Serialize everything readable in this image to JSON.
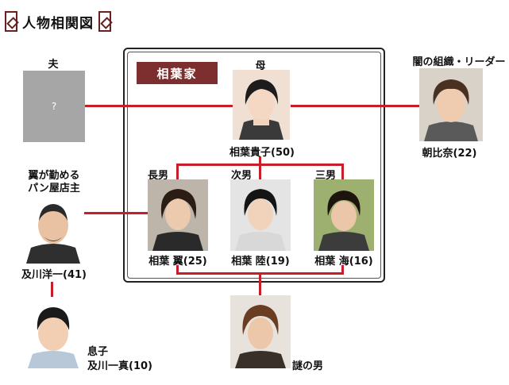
{
  "header": {
    "title": "人物相関図"
  },
  "family": {
    "label": "相葉家"
  },
  "people": {
    "mother": {
      "role": "母",
      "name": "相葉貴子(50)"
    },
    "husband": {
      "role": "夫",
      "placeholder": "?"
    },
    "boss": {
      "role": "闇の組織・リーダー",
      "name": "朝比奈(22)"
    },
    "son1": {
      "role": "長男",
      "name": "相葉 翼(25)"
    },
    "son2": {
      "role": "次男",
      "name": "相葉 陸(19)"
    },
    "son3": {
      "role": "三男",
      "name": "相葉 海(16)"
    },
    "baker": {
      "role_line1": "翼が勤める",
      "role_line2": "パン屋店主",
      "name": "及川洋一(41)"
    },
    "kid": {
      "role": "息子",
      "name": "及川一真(10)"
    },
    "mystery": {
      "name": "謎の男"
    }
  },
  "colors": {
    "line": "#c81e2a",
    "family_label_bg": "#7d2f2f",
    "frame": "#222222",
    "placeholder": "#a6a6a6"
  },
  "icons": {
    "title_ornament": "ornament-icon"
  }
}
